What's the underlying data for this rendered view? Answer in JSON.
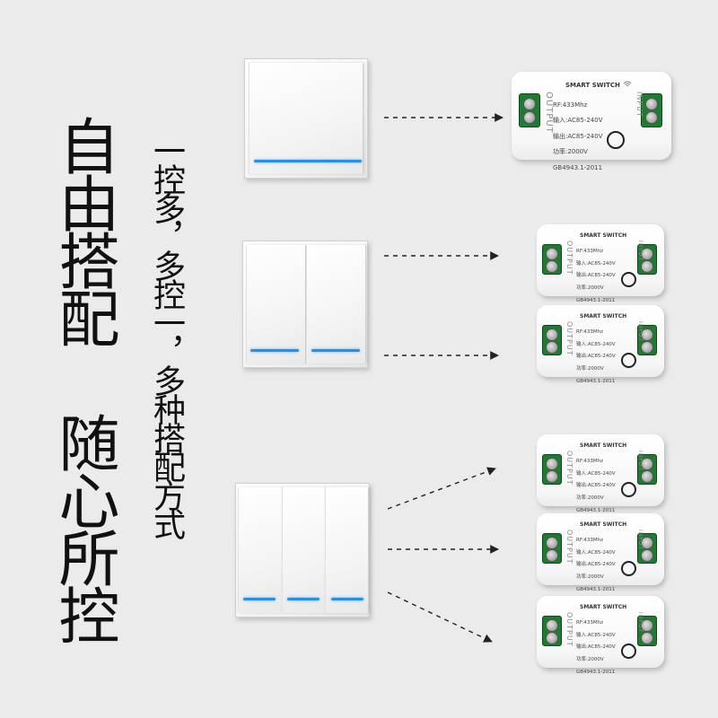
{
  "headline": [
    "自由搭配",
    "随心所控"
  ],
  "subline": "一控多，多控一，多种搭配方式",
  "module": {
    "title": "SMART SWITCH",
    "spec_lines": [
      "RF:433Mhz",
      "输入:AC85-240V",
      "输出:AC85-240V",
      "功率:2000V",
      "GB4943.1-2011"
    ],
    "output_label": "OUTPUT",
    "input_label": "INPUT"
  },
  "colors": {
    "background": "#ebebeb",
    "led": "#2a8fe0",
    "terminal": "#1e7c31"
  },
  "icons": {
    "module_badge": "wifi-signal-icon"
  }
}
